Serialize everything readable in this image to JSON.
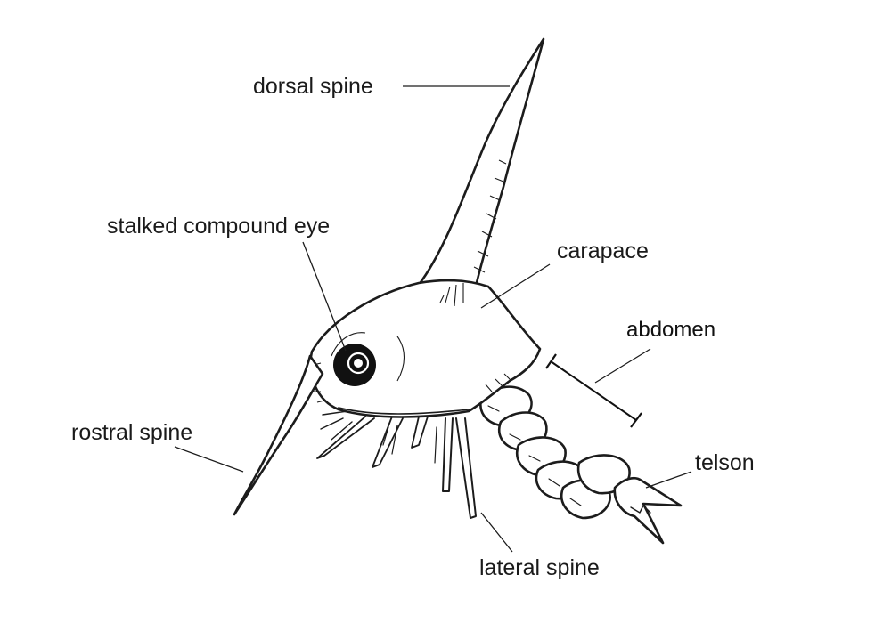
{
  "labels": {
    "dorsal_spine": "dorsal spine",
    "stalked_compound_eye": "stalked compound eye",
    "carapace": "carapace",
    "abdomen": "abdomen",
    "rostral_spine": "rostral spine",
    "telson": "telson",
    "lateral_spine": "lateral spine"
  }
}
